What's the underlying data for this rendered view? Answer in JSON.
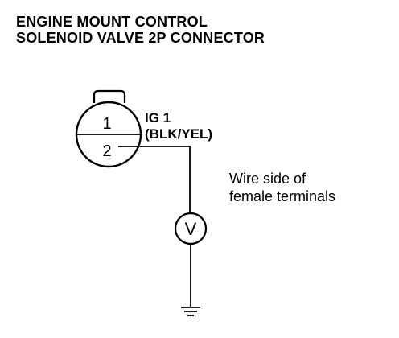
{
  "title": {
    "line1": "ENGINE MOUNT CONTROL",
    "line2": "SOLENOID VALVE 2P CONNECTOR"
  },
  "connector": {
    "pin_top": "1",
    "pin_bottom": "2"
  },
  "wire": {
    "name": "IG 1",
    "color": "(BLK/YEL)"
  },
  "note": {
    "line1": "Wire side of",
    "line2": "female terminals"
  },
  "meter": {
    "symbol": "V"
  }
}
